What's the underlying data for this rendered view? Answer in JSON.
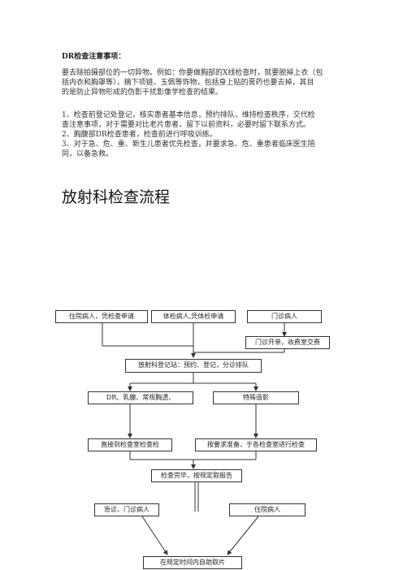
{
  "notice": {
    "title": "DR检查注意事项：",
    "paragraph_lines": [
      "要去除拍摄部位的一切异物。例如：你要做胸部的X线检查时，就要脱掉上衣（包",
      "括内衣和胸罩等），摘下项链、玉佩等饰物，包括身上贴的膏药也要去掉，其目",
      "的是防止异物形成的伪影干扰影像学检查的结果。"
    ],
    "items": [
      "1、检查前登记处登记，核实患者基本信息，预约排队，维持检查秩序，交代检",
      "查注意事项，对于需要对比老片患者，留下以前资料，必要时留下联系方式。",
      "2、胸腹部DR检查患者，检查前进行呼吸训练。",
      "3、对于急、危、重、新生儿患者优先检查，并要求急、危、重患者临床医生陪",
      "同，以备急救。"
    ]
  },
  "flow": {
    "title": "放射科检查流程",
    "boxes": {
      "inpatient_request": "住院病人，凭检查申请",
      "checkup_request": "体检病人,凭体检申请",
      "outpatient": "门诊病人",
      "billing": "门诊开单，收费室交费",
      "registration": "放射科登记站：预约、登记，分诊排队",
      "dr_general": "DR、乳腺、常规胸透、",
      "special": "特殊造影",
      "direct_room": "直接到检查室检查检",
      "prepare_room": "按要求准备，于各检查室进行检查",
      "done": "检查完毕，按规定取报告",
      "emergency": "急诊、门诊病人",
      "inpatient": "住院病人",
      "self_pickup": "在规定时间内自助取片"
    }
  }
}
